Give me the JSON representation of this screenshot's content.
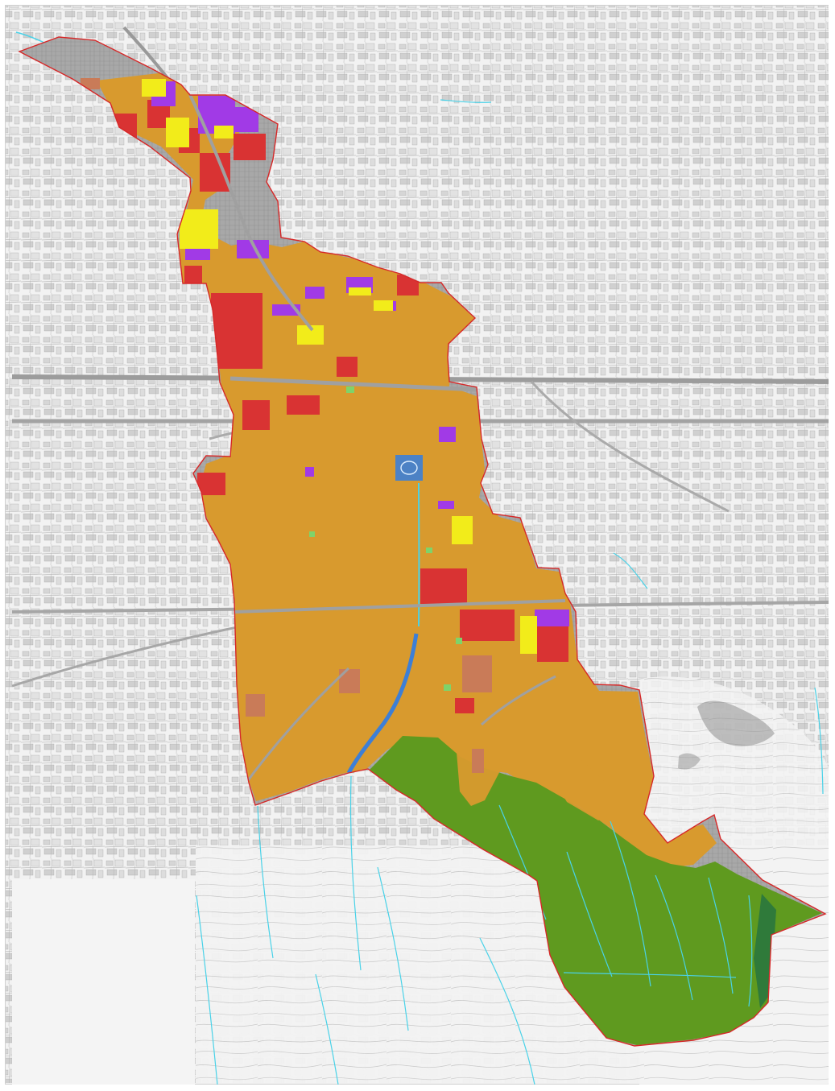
{
  "map": {
    "colors": {
      "paper": "#f2f2f2",
      "base_block": "#d6d6d6",
      "base_line": "#8e8e8e",
      "urban_gray": "#a9a9a9",
      "road": "#9c9c9c",
      "boundary": "#d62828",
      "residential": "#d89a2e",
      "commercial": "#d93333",
      "industrial": "#a13ae6",
      "public": "#f2ec1a",
      "park": "#7fd36a",
      "brown": "#c97b58",
      "forest": "#5f9a1f",
      "dark_forest": "#2f7a3a",
      "water_blue": "#3d7fd6",
      "stream": "#49d2e8",
      "contour": "#c7c7c7",
      "hillshade": "#8f8f8f"
    },
    "layers": [
      "basemap",
      "contours",
      "roads",
      "streams",
      "land-use",
      "district-boundary"
    ]
  }
}
